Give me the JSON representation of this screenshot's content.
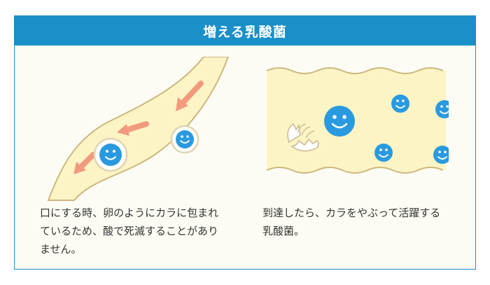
{
  "header": {
    "title": "増える乳酸菌"
  },
  "left_panel": {
    "caption": "口にする時、卵のようにカラに包まれているため、酸で死滅することがありません。"
  },
  "right_panel": {
    "caption": "到達したら、カラをやぶって活躍する乳酸菌。"
  },
  "colors": {
    "accent": "#1a8fc8",
    "intestine_fill": "#fcf4c4",
    "intestine_stroke": "#cdb77e",
    "bacteria": "#2a9ae0",
    "arrow": "#f29a7f",
    "shell_ring": "#e6dcc0"
  },
  "icons": [
    "smiley-bacteria-icon",
    "eggshell-icon",
    "arrow-icon"
  ]
}
